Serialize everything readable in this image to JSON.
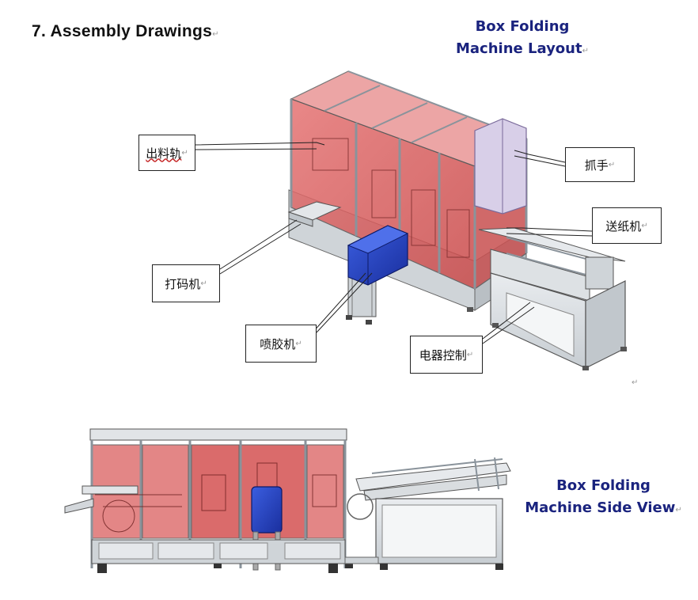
{
  "heading": "7. Assembly Drawings",
  "paragraph_mark": "↵",
  "layout_caption": {
    "line1": "Box Folding",
    "line2": "Machine Layout"
  },
  "side_caption": {
    "line1": "Box Folding",
    "line2": "Machine Side View"
  },
  "labels": {
    "outfeed_rail": "出料轨",
    "gripper": "抓手",
    "paper_feeder": "送纸机",
    "coder": "打码机",
    "glue_sprayer": "喷胶机",
    "electric_control": "电器控制"
  },
  "colors": {
    "panel_red": "#d9534f",
    "frame_grey": "#9aa3ab",
    "glue_blue": "#1f3fbf",
    "caption_blue": "#1a237e"
  }
}
